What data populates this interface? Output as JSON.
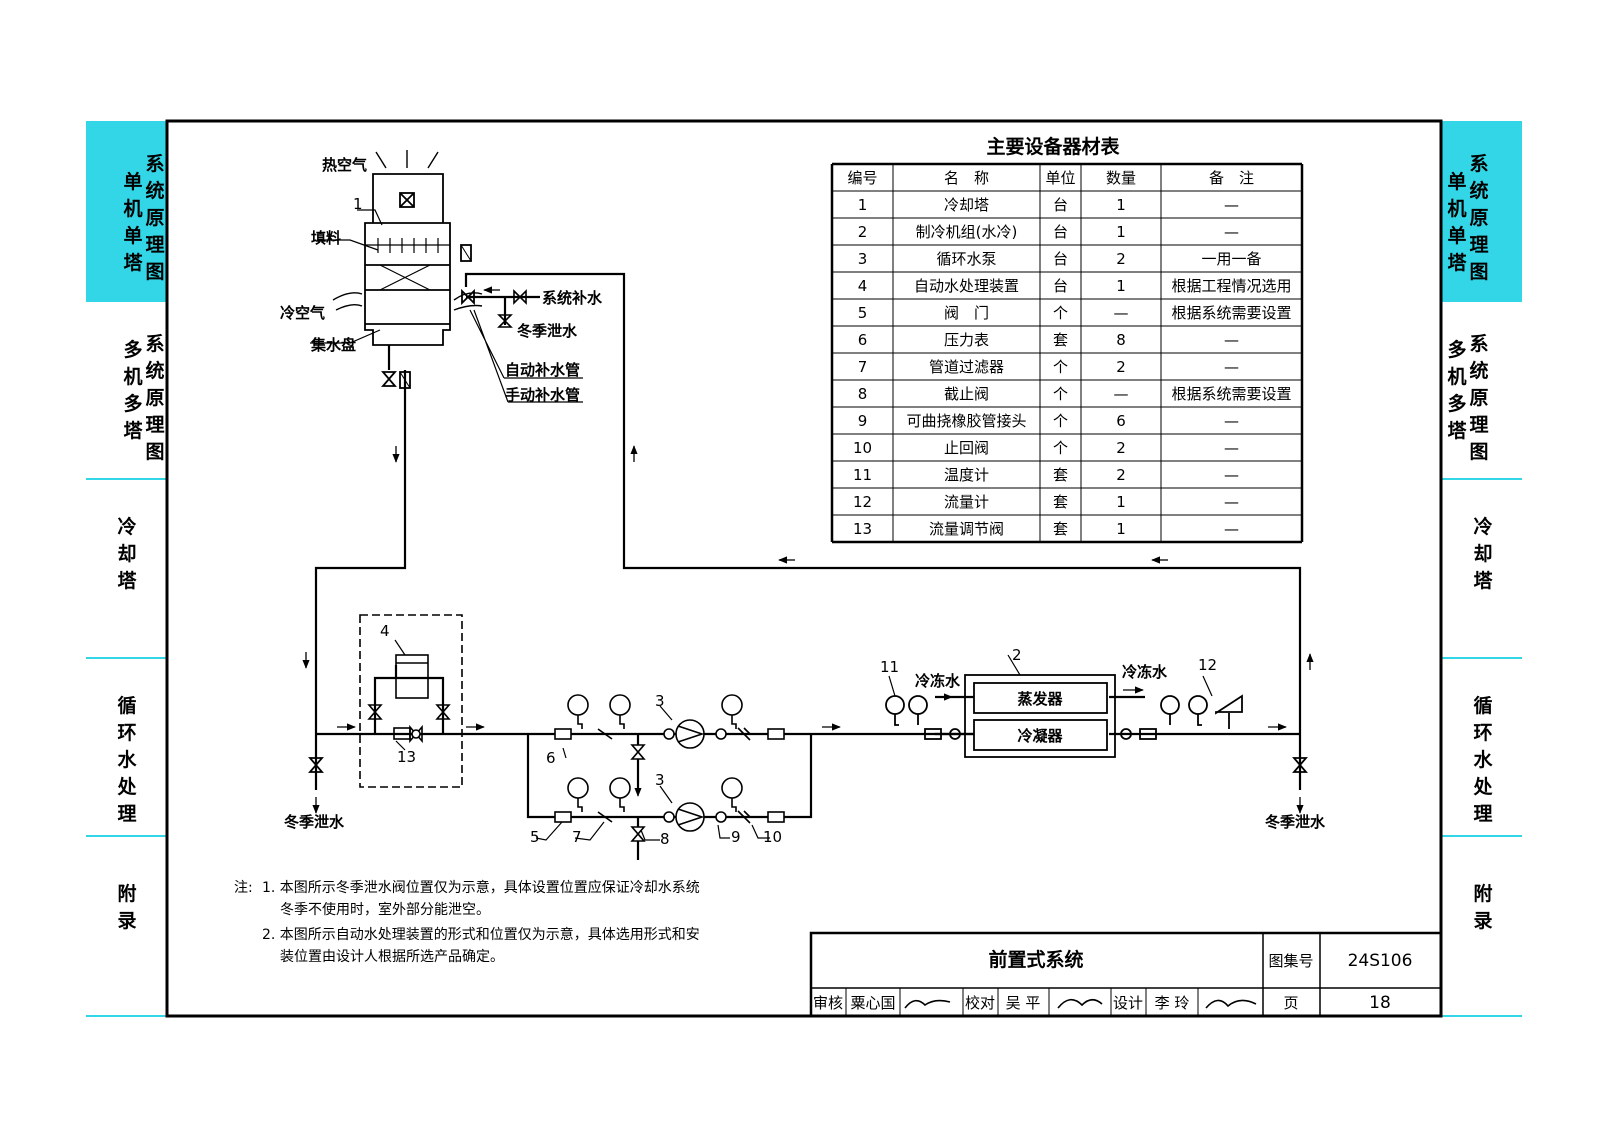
{
  "side_tabs": [
    {
      "col1": "单\n机\n单\n塔",
      "col2": "系\n统\n原\n理\n图",
      "active": true
    },
    {
      "col1": "多\n机\n多\n塔",
      "col2": "系\n统\n原\n理\n图",
      "active": false
    },
    {
      "col1": "",
      "col2": "冷\n却\n塔",
      "active": false
    },
    {
      "col1": "",
      "col2": "循\n环\n水\n处\n理",
      "active": false
    },
    {
      "col1": "",
      "col2": "附\n录",
      "active": false
    }
  ],
  "equipment_table": {
    "title": "主要设备器材表",
    "headers": [
      "编号",
      "名　称",
      "单位",
      "数量",
      "备　注"
    ],
    "rows": [
      [
        "1",
        "冷却塔",
        "台",
        "1",
        "—"
      ],
      [
        "2",
        "制冷机组(水冷)",
        "台",
        "1",
        "—"
      ],
      [
        "3",
        "循环水泵",
        "台",
        "2",
        "一用一备"
      ],
      [
        "4",
        "自动水处理装置",
        "台",
        "1",
        "根据工程情况选用"
      ],
      [
        "5",
        "阀　门",
        "个",
        "—",
        "根据系统需要设置"
      ],
      [
        "6",
        "压力表",
        "套",
        "8",
        "—"
      ],
      [
        "7",
        "管道过滤器",
        "个",
        "2",
        "—"
      ],
      [
        "8",
        "截止阀",
        "个",
        "—",
        "根据系统需要设置"
      ],
      [
        "9",
        "可曲挠橡胶管接头",
        "个",
        "6",
        "—"
      ],
      [
        "10",
        "止回阀",
        "个",
        "2",
        "—"
      ],
      [
        "11",
        "温度计",
        "套",
        "2",
        "—"
      ],
      [
        "12",
        "流量计",
        "套",
        "1",
        "—"
      ],
      [
        "13",
        "流量调节阀",
        "套",
        "1",
        "—"
      ]
    ]
  },
  "diagram": {
    "labels": {
      "hot_air": "热空气",
      "fill": "填料",
      "cold_air": "冷空气",
      "basin": "集水盘",
      "makeup": "系统补水",
      "drain": "冬季泄水",
      "auto_makeup": "自动补水管",
      "manual_makeup": "手动补水管",
      "chilled_in": "冷冻水",
      "chilled_out": "冷冻水",
      "evaporator": "蒸发器",
      "condenser": "冷凝器",
      "drain_left": "冬季泄水",
      "drain_right": "冬季泄水"
    },
    "callouts": [
      "1",
      "2",
      "3",
      "3",
      "4",
      "5",
      "6",
      "7",
      "8",
      "9",
      "10",
      "11",
      "12",
      "13"
    ]
  },
  "notes": {
    "prefix": "注:",
    "lines": [
      "1. 本图所示冬季泄水阀位置仅为示意，具体设置位置应保证冷却水系统",
      "冬季不使用时，室外部分能泄空。",
      "2. 本图所示自动水处理装置的形式和位置仅为示意，具体选用形式和安",
      "装位置由设计人根据所选产品确定。"
    ]
  },
  "title_block": {
    "title": "前置式系统",
    "atlas_label": "图集号",
    "atlas_no": "24S106",
    "review_label": "审核",
    "reviewer": "粟心国",
    "check_label": "校对",
    "checker": "吴 平",
    "design_label": "设计",
    "designer": "李 玲",
    "page_label": "页",
    "page_no": "18"
  }
}
